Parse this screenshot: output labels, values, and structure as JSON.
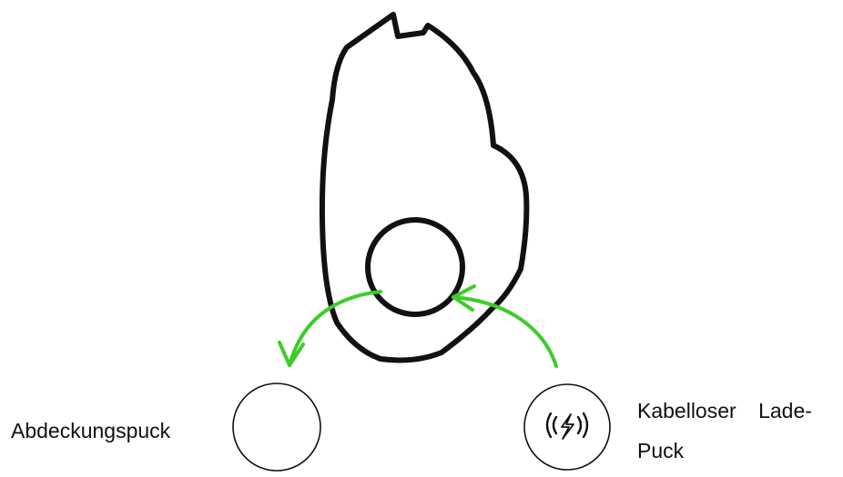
{
  "labels": {
    "cover_puck": "Abdeckungspuck",
    "charging_puck_line1": "Kabelloser Lade-",
    "charging_puck_line2": "Puck"
  },
  "icons": {
    "mouse": "mouse-outline-icon",
    "cover_puck": "empty-circle-icon",
    "charging_puck": "wireless-charging-icon",
    "swap_arrows": "curved-arrow-icon"
  },
  "colors": {
    "outline": "#111111",
    "arrow": "#3dcc2a",
    "background": "#ffffff"
  }
}
